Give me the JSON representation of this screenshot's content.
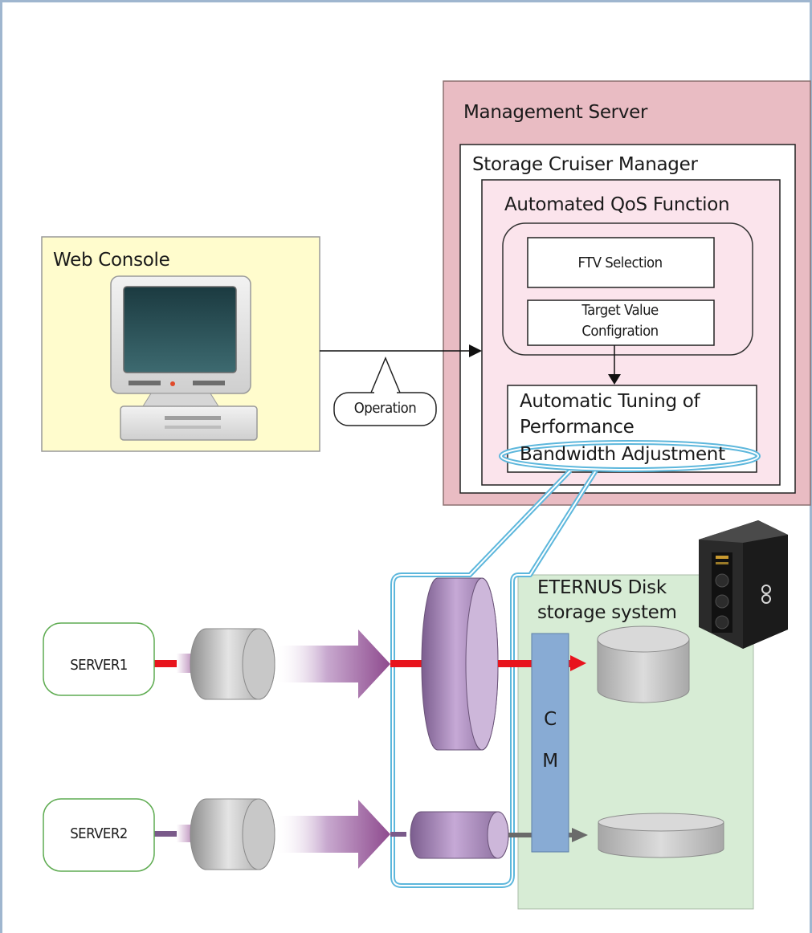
{
  "management_server": {
    "title": "Management Server"
  },
  "storage_cruiser_manager": {
    "title": "Storage Cruiser Manager"
  },
  "automated_qos": {
    "title": "Automated QoS Function",
    "ftv_selection": "FTV Selection",
    "target_value_line1": "Target Value",
    "target_value_line2": "Configration",
    "tuning_line1": "Automatic Tuning of",
    "tuning_line2": "Performance",
    "bandwidth_adjustment": "Bandwidth Adjustment"
  },
  "web_console": {
    "title": "Web Console",
    "icon": "monitor-computer-icon"
  },
  "operation_callout": "Operation",
  "eternus": {
    "title_line1": "ETERNUS Disk",
    "title_line2": "storage system",
    "icon": "storage-tower-icon"
  },
  "cm": {
    "line1": "C",
    "line2": "M"
  },
  "servers": [
    {
      "label": "SERVER1"
    },
    {
      "label": "SERVER2"
    }
  ],
  "colors": {
    "management_bg": "#e9bcc3",
    "automated_bg": "#fbe4ec",
    "web_console_bg": "#fffccd",
    "eternus_bg": "#d7ecd5",
    "cm_bar": "#88abd4",
    "server_border": "#5fac52",
    "red_line": "#e8141d",
    "highlight": "#5db7dc"
  }
}
